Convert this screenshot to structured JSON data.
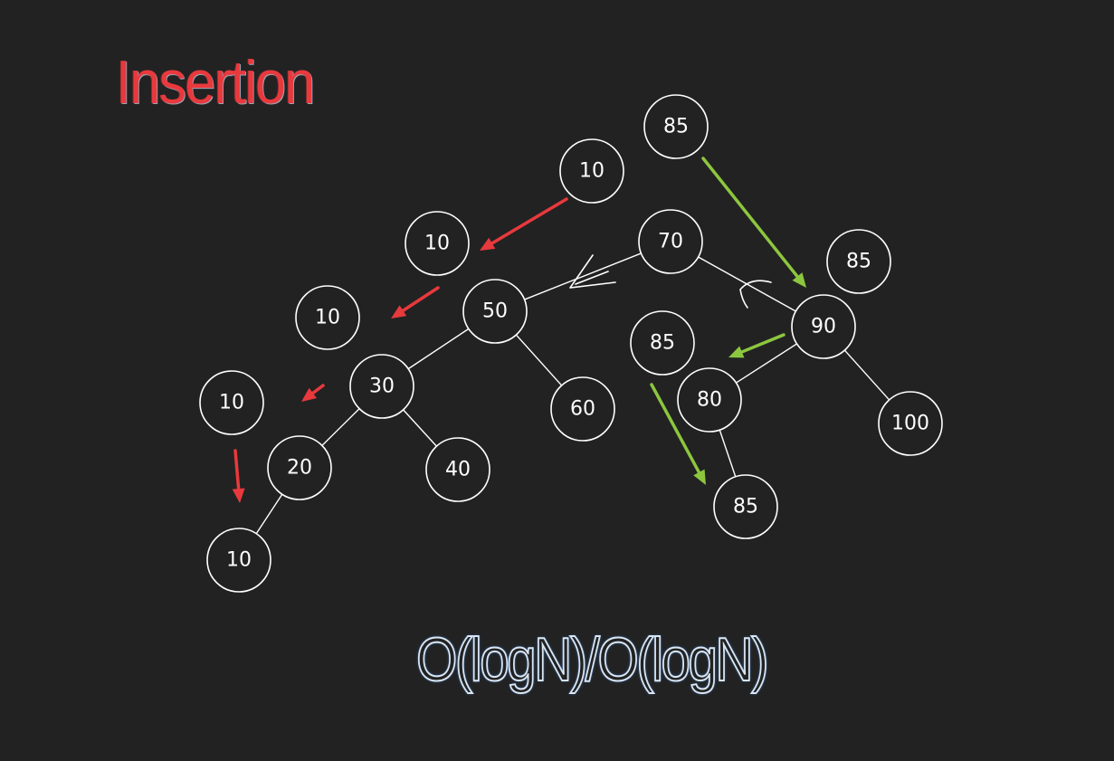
{
  "title": "Insertion",
  "complexity": "O(logN)/O(logN)",
  "colors": {
    "background": "#222222",
    "red_arrow": "#e8393d",
    "green_arrow": "#8cc63f",
    "node_stroke": "#ffffff"
  },
  "nodes": [
    {
      "id": "n70",
      "label": "70",
      "role": "tree"
    },
    {
      "id": "n50",
      "label": "50",
      "role": "tree"
    },
    {
      "id": "n90",
      "label": "90",
      "role": "tree"
    },
    {
      "id": "n30",
      "label": "30",
      "role": "tree"
    },
    {
      "id": "n60",
      "label": "60",
      "role": "tree"
    },
    {
      "id": "n80",
      "label": "80",
      "role": "tree"
    },
    {
      "id": "n100",
      "label": "100",
      "role": "tree"
    },
    {
      "id": "n20",
      "label": "20",
      "role": "tree"
    },
    {
      "id": "n40",
      "label": "40",
      "role": "tree"
    },
    {
      "id": "n10",
      "label": "10",
      "role": "inserted"
    },
    {
      "id": "n85",
      "label": "85",
      "role": "inserted"
    },
    {
      "id": "s10a",
      "label": "10",
      "role": "step"
    },
    {
      "id": "s10b",
      "label": "10",
      "role": "step"
    },
    {
      "id": "s10c",
      "label": "10",
      "role": "step"
    },
    {
      "id": "s10d",
      "label": "10",
      "role": "step"
    },
    {
      "id": "s85a",
      "label": "85",
      "role": "step"
    },
    {
      "id": "s85b",
      "label": "85",
      "role": "step"
    },
    {
      "id": "s85c",
      "label": "85",
      "role": "step"
    }
  ],
  "edges": [
    [
      "n70",
      "n50"
    ],
    [
      "n70",
      "n90"
    ],
    [
      "n50",
      "n30"
    ],
    [
      "n50",
      "n60"
    ],
    [
      "n90",
      "n80"
    ],
    [
      "n90",
      "n100"
    ],
    [
      "n30",
      "n20"
    ],
    [
      "n30",
      "n40"
    ],
    [
      "n20",
      "n10"
    ],
    [
      "n80",
      "n85"
    ]
  ],
  "arrows": [
    {
      "id": "r1",
      "color": "red"
    },
    {
      "id": "r2",
      "color": "red"
    },
    {
      "id": "r3",
      "color": "red"
    },
    {
      "id": "r4",
      "color": "red"
    },
    {
      "id": "g1",
      "color": "green"
    },
    {
      "id": "g2",
      "color": "green"
    },
    {
      "id": "g3",
      "color": "green"
    }
  ]
}
